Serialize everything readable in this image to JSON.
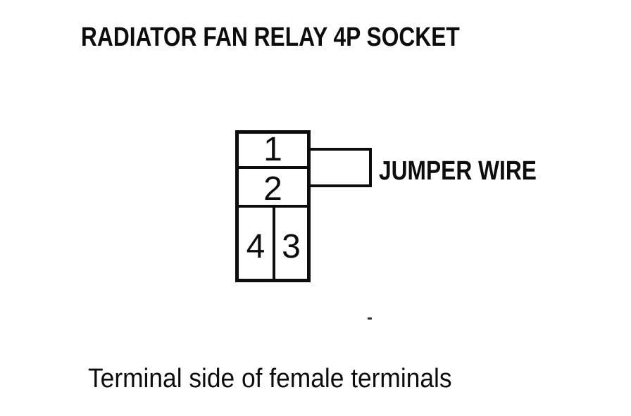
{
  "colors": {
    "ink": "#0d0d0d",
    "paper": "#ffffff"
  },
  "title": "RADIATOR FAN RELAY 4P SOCKET",
  "socket": {
    "terminals": [
      {
        "label": "1",
        "position": "top-row"
      },
      {
        "label": "2",
        "position": "middle-row"
      },
      {
        "label": "4",
        "position": "bottom-row-left"
      },
      {
        "label": "3",
        "position": "bottom-row-right"
      }
    ]
  },
  "jumper": {
    "label": "JUMPER WIRE"
  },
  "caption": "Terminal side of female terminals"
}
